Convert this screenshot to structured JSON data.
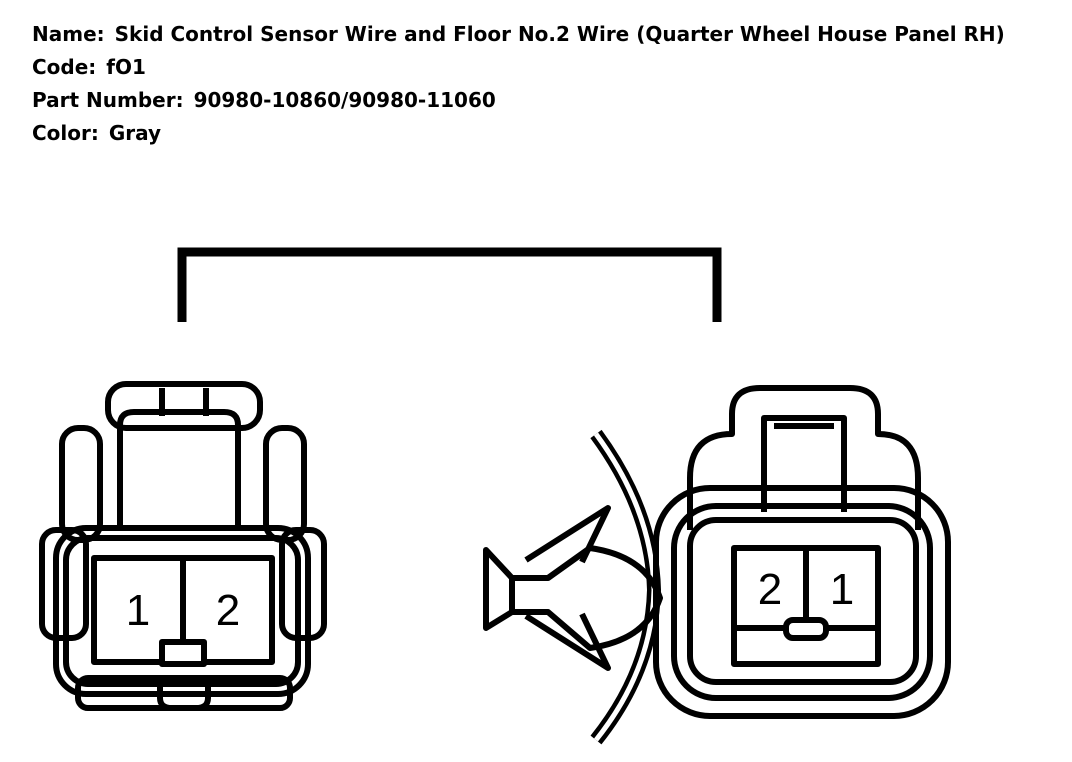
{
  "connector": {
    "name_label": "Name:",
    "name": "Skid Control Sensor Wire and Floor No.2 Wire (Quarter Wheel House Panel RH)",
    "code_label": "Code:",
    "code": "fO1",
    "part_number_label": "Part Number:",
    "part_number": "90980-10860/90980-11060",
    "color_label": "Color:",
    "color": "Gray"
  },
  "diagram": {
    "left_connector_pins": [
      "1",
      "2"
    ],
    "right_connector_pins": [
      "2",
      "1"
    ]
  }
}
